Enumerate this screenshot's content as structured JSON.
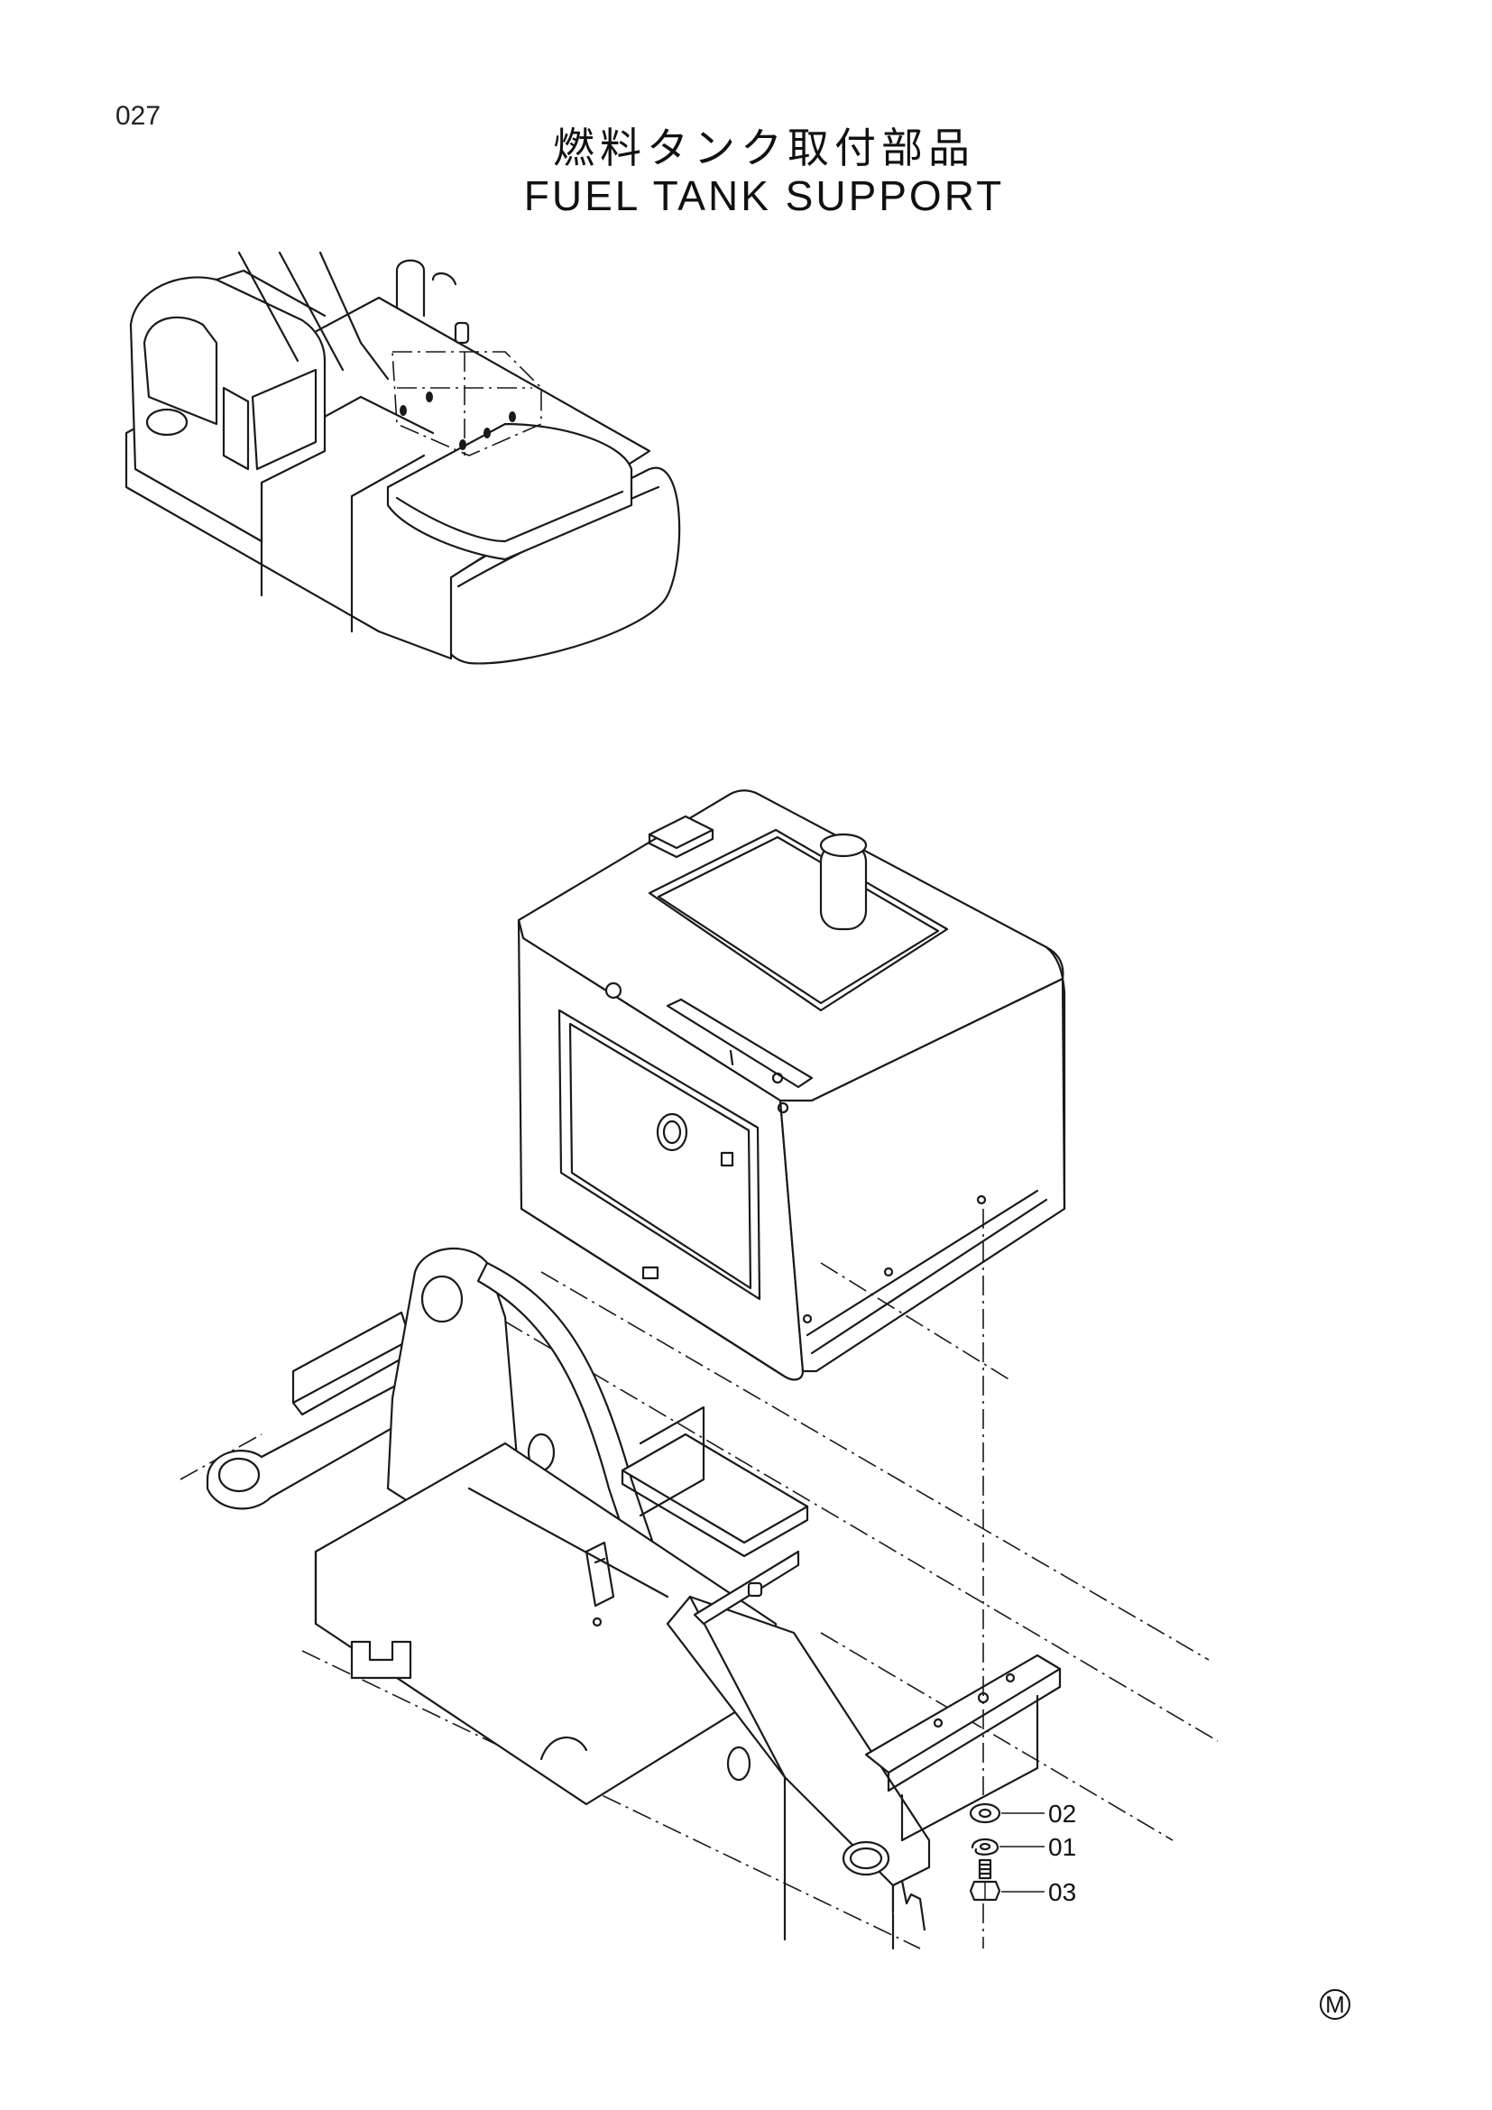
{
  "page": {
    "number": "027",
    "title_jp": "燃料タンク取付部品",
    "title_en": "FUEL TANK SUPPORT"
  },
  "callouts": [
    {
      "label": "02",
      "part": "washer"
    },
    {
      "label": "01",
      "part": "lock-washer"
    },
    {
      "label": "03",
      "part": "bolt"
    }
  ],
  "mark": "M"
}
